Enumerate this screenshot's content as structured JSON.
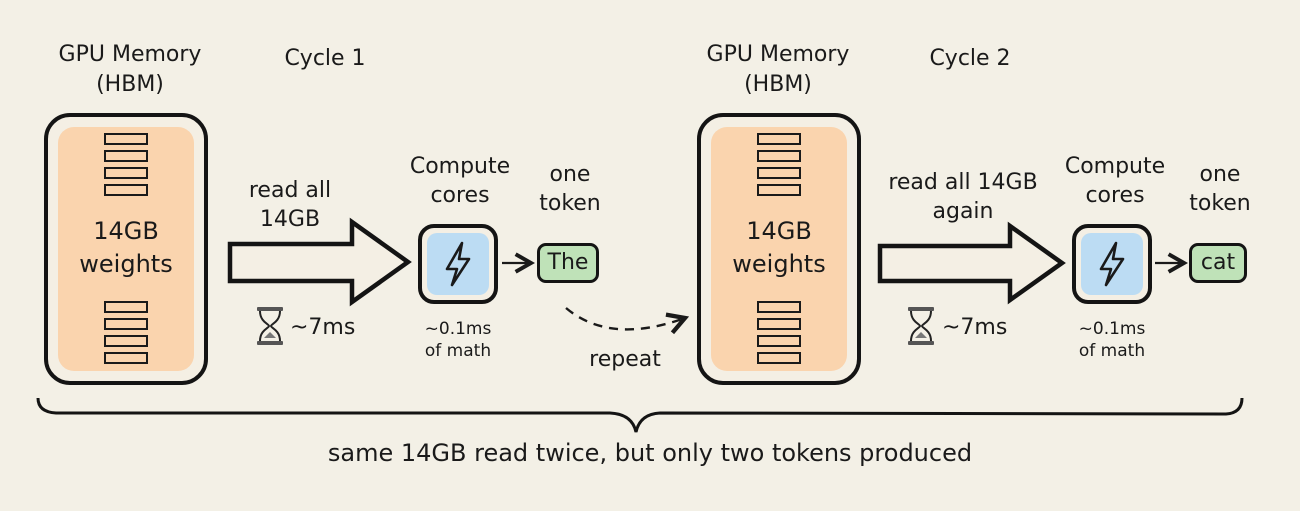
{
  "cycles": [
    {
      "memory_title": "GPU Memory",
      "memory_subtitle": "(HBM)",
      "cycle_label": "Cycle 1",
      "weights_line1": "14GB",
      "weights_line2": "weights",
      "read_line1": "read all",
      "read_line2": "14GB",
      "read_time": "~7ms",
      "compute_line1": "Compute",
      "compute_line2": "cores",
      "math_line1": "~0.1ms",
      "math_line2": "of math",
      "token_line1": "one",
      "token_line2": "token",
      "token_value": "The"
    },
    {
      "memory_title": "GPU Memory",
      "memory_subtitle": "(HBM)",
      "cycle_label": "Cycle 2",
      "weights_line1": "14GB",
      "weights_line2": "weights",
      "read_line1": "read all 14GB",
      "read_line2": "again",
      "read_time": "~7ms",
      "compute_line1": "Compute",
      "compute_line2": "cores",
      "math_line1": "~0.1ms",
      "math_line2": "of math",
      "token_line1": "one",
      "token_line2": "token",
      "token_value": "cat"
    }
  ],
  "repeat_label": "repeat",
  "summary": "same 14GB read twice, but only two tokens produced",
  "colors": {
    "background": "#f3f0e6",
    "memory_fill": "#fad4ae",
    "compute_fill": "#bcdcf3",
    "token_fill": "#bfe2b8",
    "ink": "#141414"
  },
  "icons": {
    "compute": "lightning-bolt-icon",
    "time": "hourglass-icon"
  }
}
